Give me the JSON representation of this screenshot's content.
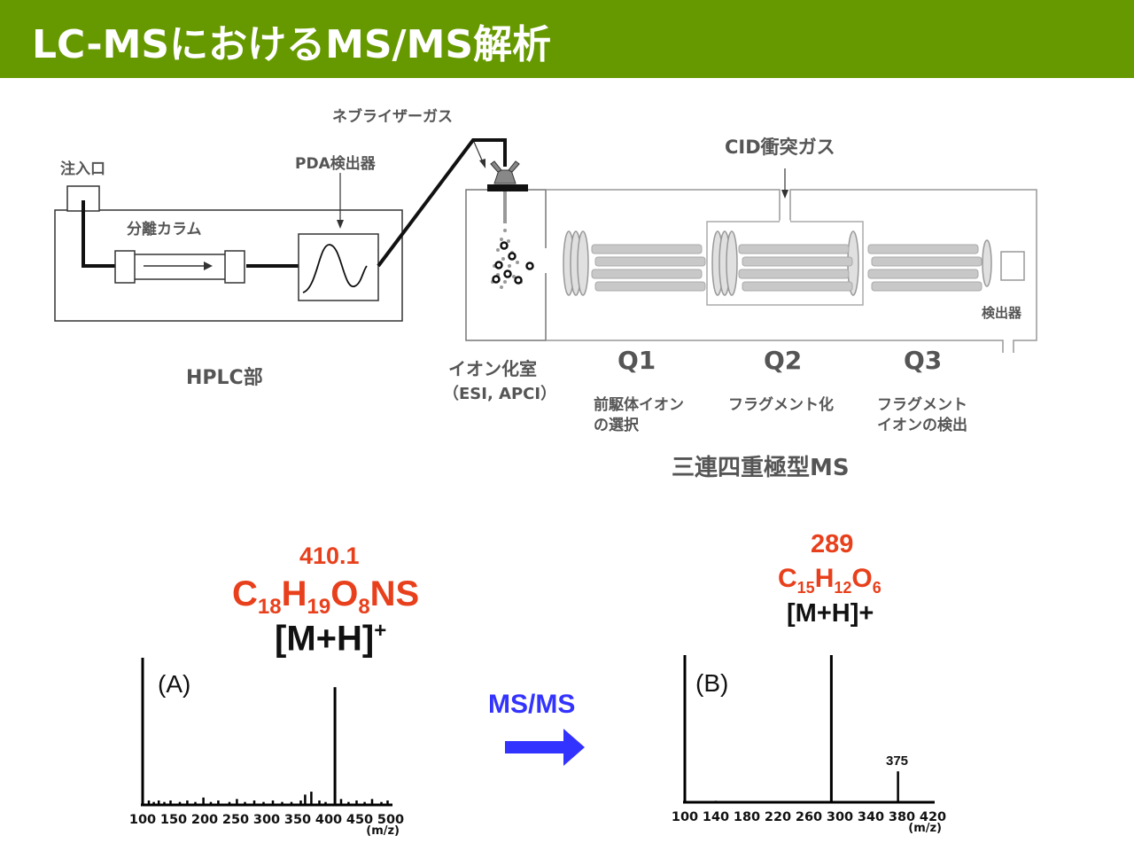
{
  "title": "LC-MSにおけるMS/MS解析",
  "hplc": {
    "injection_port": "注入口",
    "separation_column": "分離カラム",
    "pda_detector": "PDA検出器",
    "section_label": "HPLC部"
  },
  "ms": {
    "nebulizer_gas": "ネブライザーガス",
    "cid_gas": "CID衝突ガス",
    "detector": "検出器",
    "ion_chamber": "イオン化室",
    "ion_chamber_sub": "（ESI, APCI）",
    "q1": "Q1",
    "q2": "Q2",
    "q3": "Q3",
    "q1_desc_1": "前駆体イオン",
    "q1_desc_2": "の選択",
    "q2_desc": "フラグメント化",
    "q3_desc_1": "フラグメント",
    "q3_desc_2": "イオンの検出",
    "instrument_label": "三連四重極型MS"
  },
  "arrow_label": "MS/MS",
  "colors": {
    "header": "#669900",
    "highlight": "#e8401c",
    "arrow": "#3333ff",
    "gray": "#555555"
  },
  "spectrum_a": {
    "panel_label": "(A)",
    "mz": "410.1",
    "formula": {
      "C": "18",
      "H": "19",
      "O": "8",
      "rest": "NS"
    },
    "adduct": "[M+H]",
    "adduct_charge": "+",
    "x_ticks": [
      "100",
      "150",
      "200",
      "250",
      "300",
      "350",
      "400",
      "450",
      "500"
    ],
    "x_unit": "(m/z)"
  },
  "spectrum_b": {
    "panel_label": "(B)",
    "mz": "289",
    "formula": {
      "C": "15",
      "H": "12",
      "O": "6"
    },
    "adduct": "[M+H]+",
    "peak_label": "375",
    "x_ticks": [
      "100",
      "140",
      "180",
      "220",
      "260",
      "300",
      "340",
      "380",
      "420"
    ],
    "x_unit": "(m/z)"
  },
  "chart_data": [
    {
      "type": "bar",
      "title": "(A)",
      "xlabel": "(m/z)",
      "xlim": [
        100,
        500
      ],
      "x": [
        100,
        110,
        118,
        126,
        135,
        145,
        160,
        172,
        185,
        198,
        210,
        222,
        240,
        252,
        265,
        280,
        295,
        310,
        325,
        340,
        355,
        362,
        372,
        385,
        395,
        410.1,
        420,
        432,
        445,
        458,
        470,
        485,
        495
      ],
      "values": [
        100,
        3,
        2,
        3,
        2,
        3,
        2,
        3,
        2,
        5,
        2,
        3,
        2,
        4,
        2,
        3,
        2,
        3,
        2,
        2,
        3,
        7,
        9,
        3,
        2,
        80,
        4,
        2,
        3,
        2,
        4,
        2,
        3
      ]
    },
    {
      "type": "bar",
      "title": "(B)",
      "xlabel": "(m/z)",
      "xlim": [
        100,
        420
      ],
      "x": [
        100,
        140,
        289,
        375
      ],
      "values": [
        100,
        1,
        100,
        21
      ]
    }
  ]
}
